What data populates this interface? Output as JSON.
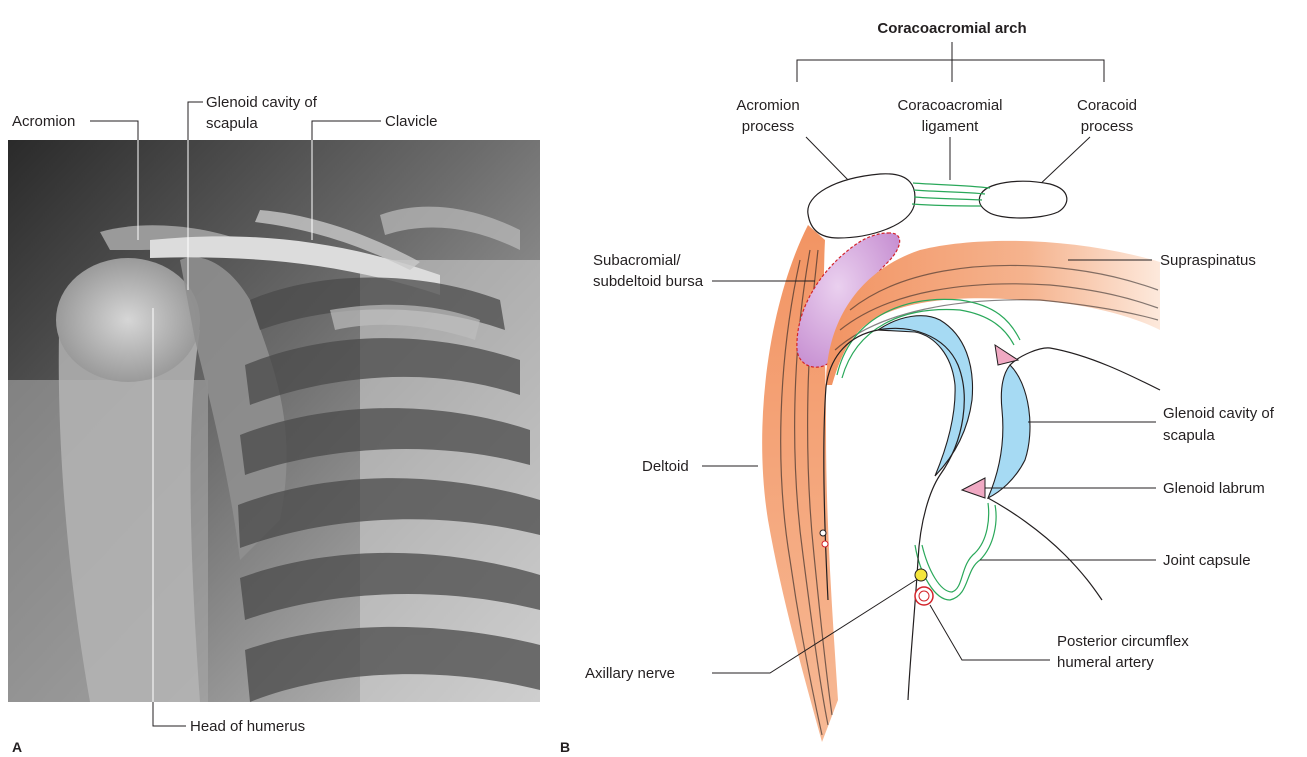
{
  "panel_a": {
    "panel_letter": "A",
    "labels": {
      "acromion": "Acromion",
      "glenoid_line1": "Glenoid cavity of",
      "glenoid_line2": "scapula",
      "clavicle": "Clavicle",
      "head_of_humerus": "Head of humerus"
    }
  },
  "panel_b": {
    "panel_letter": "B",
    "title": "Coracoacromial arch",
    "labels": {
      "acromion_process_1": "Acromion",
      "acromion_process_2": "process",
      "ligament_1": "Coracoacromial",
      "ligament_2": "ligament",
      "coracoid_1": "Coracoid",
      "coracoid_2": "process",
      "bursa_1": "Subacromial/",
      "bursa_2": "subdeltoid bursa",
      "supraspinatus": "Supraspinatus",
      "glenoid_1": "Glenoid cavity of",
      "glenoid_2": "scapula",
      "deltoid": "Deltoid",
      "labrum": "Glenoid labrum",
      "capsule": "Joint capsule",
      "axillary_nerve": "Axillary nerve",
      "artery_1": "Posterior circumflex",
      "artery_2": "humeral artery"
    }
  },
  "colors": {
    "muscle": "#f4a57c",
    "muscle_light": "#fde3d3",
    "cartilage": "#a6daf3",
    "bursa": "#c68ed1",
    "bursa_outline": "#d2232a",
    "capsule": "#2aa85a",
    "labrum": "#f0a9c3",
    "nerve": "#f5e63c",
    "artery": "#d2232a",
    "text": "#231f20"
  }
}
